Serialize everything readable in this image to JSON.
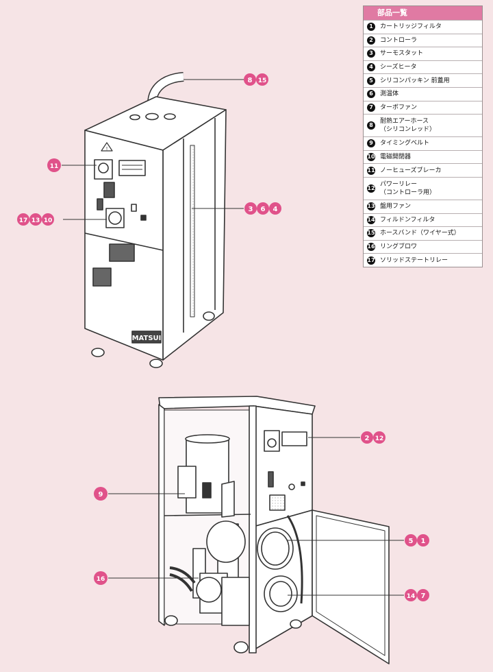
{
  "legend": {
    "title": "部品一覧",
    "items": [
      {
        "num": "1",
        "label": "カートリッジフィルタ"
      },
      {
        "num": "2",
        "label": "コントローラ"
      },
      {
        "num": "3",
        "label": "サーモスタット"
      },
      {
        "num": "4",
        "label": "シーズヒータ"
      },
      {
        "num": "5",
        "label": "シリコンパッキン 前蓋用"
      },
      {
        "num": "6",
        "label": "測温体"
      },
      {
        "num": "7",
        "label": "ターボファン"
      },
      {
        "num": "8",
        "label": "耐熱エアーホース\n（シリコンレッド）"
      },
      {
        "num": "9",
        "label": "タイミングベルト"
      },
      {
        "num": "10",
        "label": "電磁開閉器"
      },
      {
        "num": "11",
        "label": "ノーヒューズブレーカ"
      },
      {
        "num": "12",
        "label": "パワーリレー\n（コントローラ用）"
      },
      {
        "num": "13",
        "label": "盤用ファン"
      },
      {
        "num": "14",
        "label": "フィルドンフィルタ"
      },
      {
        "num": "15",
        "label": "ホースバンド（ワイヤー式）"
      },
      {
        "num": "16",
        "label": "リングブロワ"
      },
      {
        "num": "17",
        "label": "ソリッドステートリレー"
      }
    ]
  },
  "brand": "MATSUI",
  "callouts": {
    "c815": [
      "8",
      "15"
    ],
    "c11": [
      "11"
    ],
    "c364": [
      "3",
      "6",
      "4"
    ],
    "c171310": [
      "17",
      "13",
      "10"
    ],
    "c212": [
      "2",
      "12"
    ],
    "c9": [
      "9"
    ],
    "c51": [
      "5",
      "1"
    ],
    "c16": [
      "16"
    ],
    "c147": [
      "14",
      "7"
    ]
  },
  "colors": {
    "background": "#f6e4e6",
    "accent": "#e07aa3",
    "callout": "#e0528a",
    "line": "#333333"
  }
}
